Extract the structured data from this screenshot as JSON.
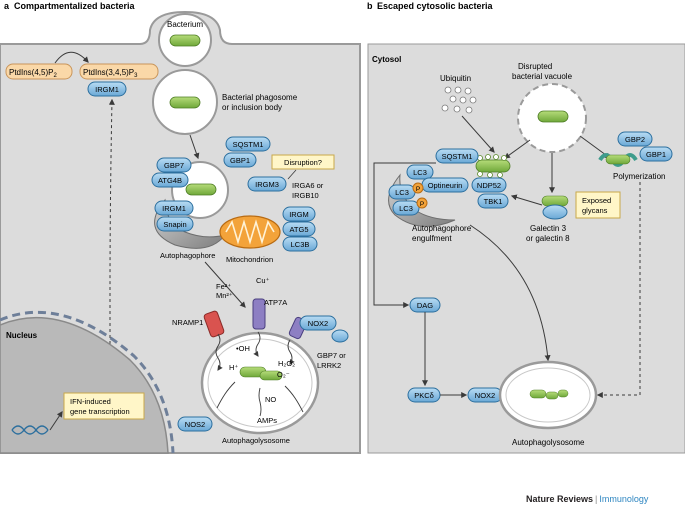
{
  "panel_a": {
    "letter": "a",
    "title": "Compartmentalized bacteria",
    "bacterium": "Bacterium",
    "ptdins_left": "PtdIns(4,5)P",
    "ptdins_left_sub": "2",
    "ptdins_right": "PtdIns(3,4,5)P",
    "ptdins_right_sub": "3",
    "irgm1_top": "IRGM1",
    "phagosome_label_1": "Bacterial phagosome",
    "phagosome_label_2": "or inclusion body",
    "sqstm1": "SQSTM1",
    "gbp1": "GBP1",
    "gbp7": "GBP7",
    "atg4b": "ATG4B",
    "disruption": "Disruption?",
    "irgm3": "IRGM3",
    "irga6_1": "IRGA6 or",
    "irga6_2": "IRGB10",
    "irgm1_auto": "IRGM1",
    "snapin": "Snapin",
    "autophagophore": "Autophagophore",
    "irgm": "IRGM",
    "atg5": "ATG5",
    "lc3b": "LC3B",
    "mitochondrion": "Mitochondrion",
    "cu": "Cu⁺",
    "atp7a": "ATP7A",
    "fe": "Fe²⁺",
    "mn": "Mn²⁺",
    "nramp1": "NRAMP1",
    "nox2": "NOX2",
    "gbp7_lrrk2_1": "GBP7 or",
    "gbp7_lrrk2_2": "LRRK2",
    "oh": "•OH",
    "h2o2": "H₂O₂",
    "o2": "O₂⁻",
    "h_plus": "H⁺",
    "no": "NO",
    "amps": "AMPs",
    "nos2": "NOS2",
    "autophagolysosome": "Autophagolysosome",
    "nucleus": "Nucleus",
    "ifn_1": "IFN-induced",
    "ifn_2": "gene transcription"
  },
  "panel_b": {
    "letter": "b",
    "title": "Escaped cytosolic bacteria",
    "cytosol": "Cytosol",
    "ubiquitin": "Ubiquitin",
    "vacuole_1": "Disrupted",
    "vacuole_2": "bacterial vacuole",
    "sqstm1": "SQSTM1",
    "lc3": "LC3",
    "optineurin": "Optineurin",
    "ndp52": "NDP52",
    "tbk1": "TBK1",
    "p": "P",
    "gbp2": "GBP2",
    "gbp1": "GBP1",
    "polymerization": "Polymerization",
    "exposed_1": "Exposed",
    "exposed_2": "glycans",
    "galectin_1": "Galectin 3",
    "galectin_2": "or galectin 8",
    "engulf_1": "Autophagophore",
    "engulf_2": "engulfment",
    "dag": "DAG",
    "pkcd": "PKCδ",
    "nox2": "NOX2",
    "autophagolysosome": "Autophagolysosome"
  },
  "footer": {
    "journal": "Nature Reviews",
    "separator": "|",
    "subject": "Immunology"
  },
  "colors": {
    "panel_gray": "#dcdcdc",
    "blue_protein": "#8ec3e6",
    "blue_stroke": "#2c6f9e",
    "green_bacterium": "#8bc34a",
    "orange_box": "#fad8a8",
    "yellow_box": "#fff6c8",
    "mito": "#f3a33a",
    "nucleus": "#b9b9b9"
  }
}
